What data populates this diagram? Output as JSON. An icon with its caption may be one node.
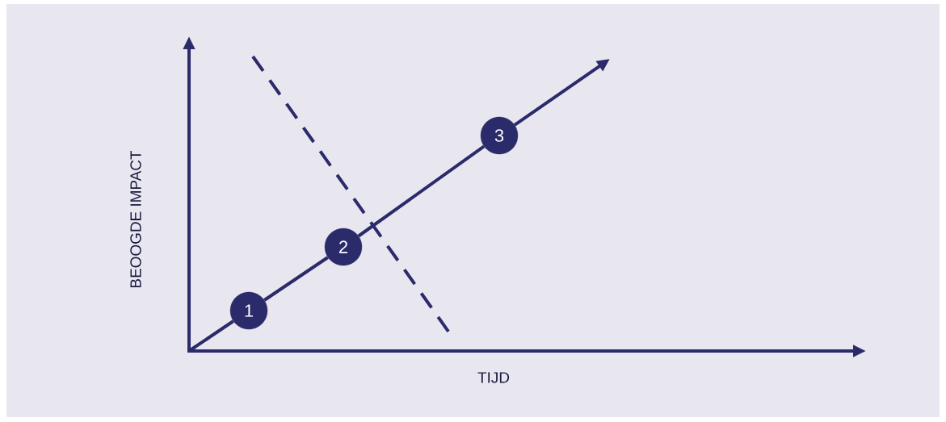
{
  "diagram": {
    "nodes": [
      {
        "text": [
          "1"
        ]
      },
      {
        "text": [
          "2"
        ]
      },
      {
        "text": [
          "3"
        ]
      }
    ],
    "edges": [
      {
        "from": null,
        "to": 0,
        "arrow": "none"
      },
      {
        "from": 0,
        "to": 1,
        "arrow": "none"
      },
      {
        "from": 1,
        "to": 2,
        "arrow": "none"
      },
      {
        "from": 2,
        "to": null,
        "arrow": "to"
      }
    ],
    "labels": [
      "BEOOGDE IMPACT",
      "TIJD"
    ]
  }
}
